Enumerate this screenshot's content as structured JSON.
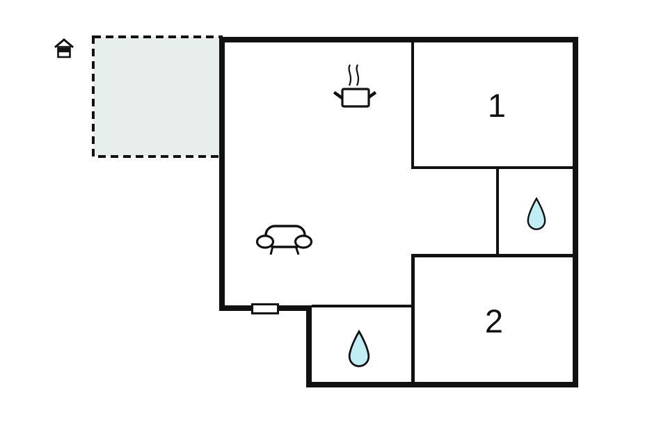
{
  "title": "apartment-floor-plan",
  "rooms": {
    "room1": {
      "label": "1"
    },
    "room2": {
      "label": "2"
    },
    "bathroom_upper": {
      "label": ""
    },
    "bathroom_lower": {
      "label": ""
    },
    "living_kitchen": {
      "label": ""
    },
    "terrace": {
      "label": ""
    }
  },
  "colors": {
    "wall": "#111111",
    "background": "#ffffff",
    "terrace_fill": "#e8eeec",
    "water_drop_fill": "#bfeef4",
    "icon_fill": "#ffffff"
  },
  "icons": {
    "north_marker": "house-icon",
    "kitchen": "cooking-pot-icon",
    "living": "sofa-icon",
    "bath1": "water-drop-icon",
    "bath2": "water-drop-icon",
    "window": "window-marker"
  }
}
